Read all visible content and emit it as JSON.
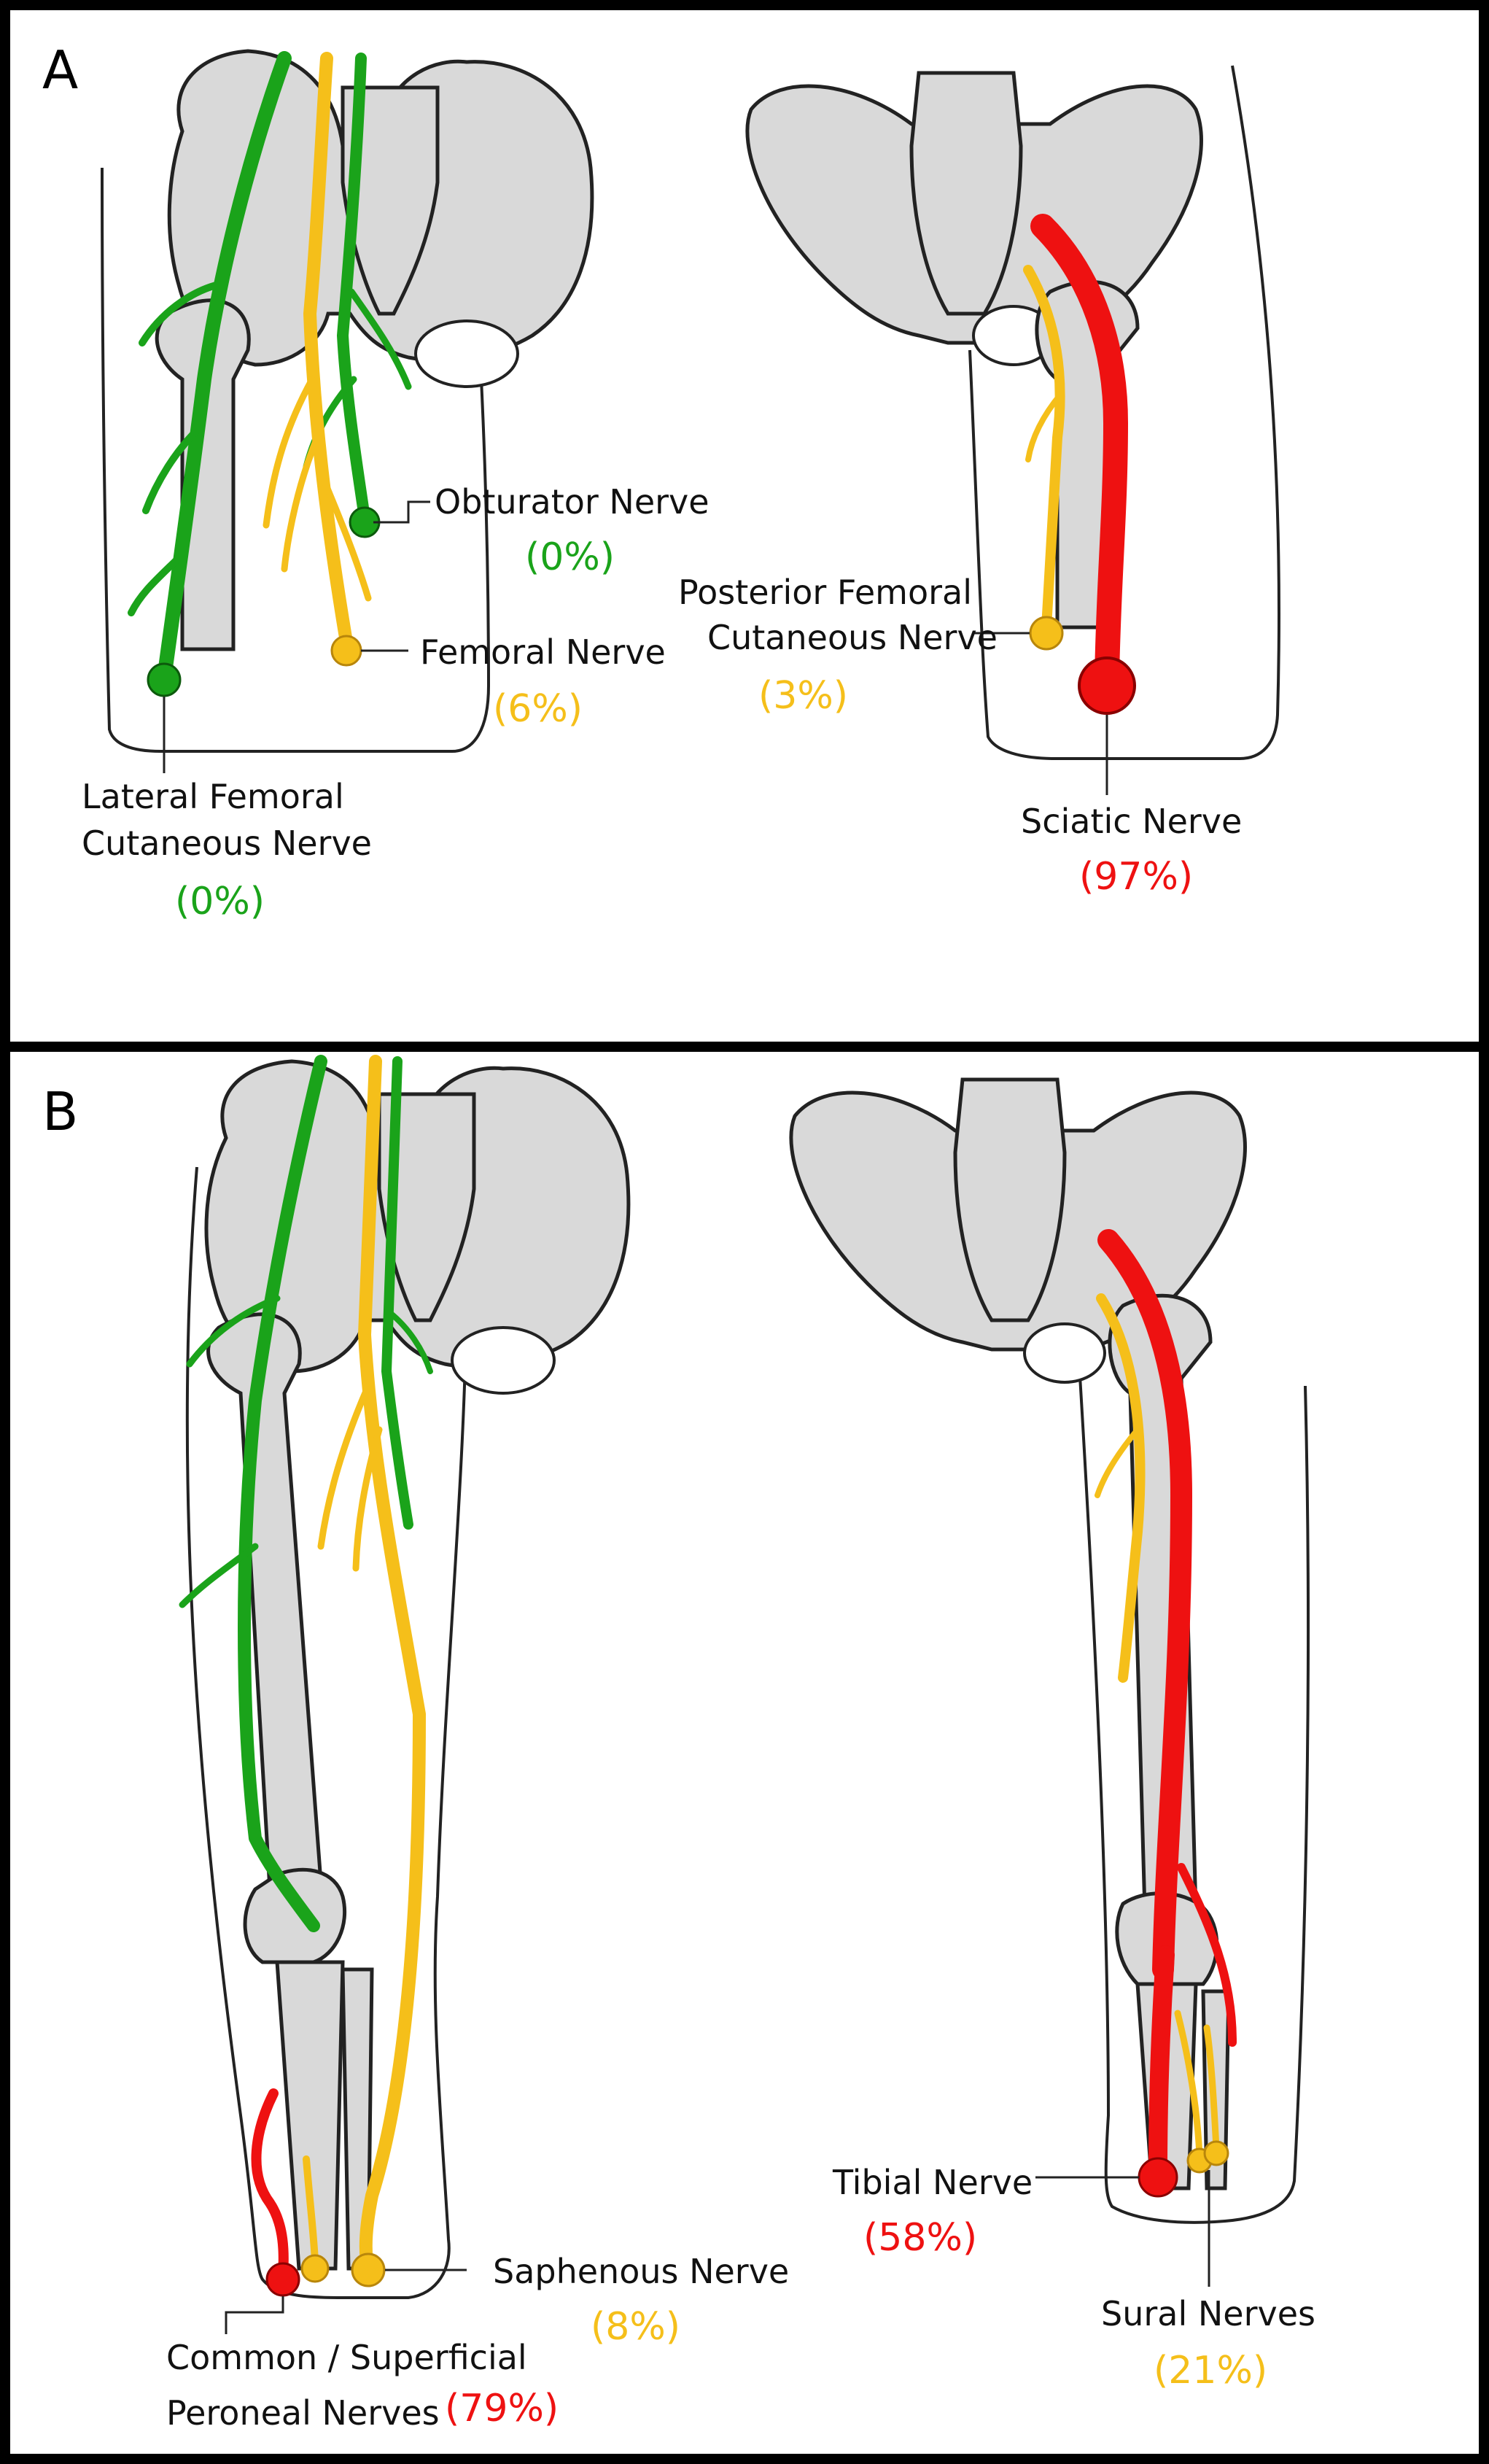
{
  "panels": [
    {
      "letter": "A",
      "nerves": [
        {
          "label": "Obturator Nerve",
          "percent": "(0%)",
          "color": "#1aa31a"
        },
        {
          "label": "Femoral Nerve",
          "percent": "(6%)",
          "color": "#f5bf1a"
        },
        {
          "label": "Lateral Femoral Cutaneous Nerve",
          "label_lines": [
            "Lateral Femoral",
            "Cutaneous Nerve"
          ],
          "percent": "(0%)",
          "color": "#1aa31a"
        },
        {
          "label": "Posterior Femoral Cutaneous Nerve",
          "label_lines": [
            "Posterior Femoral",
            "Cutaneous Nerve"
          ],
          "percent": "(3%)",
          "color": "#f5bf1a"
        },
        {
          "label": "Sciatic Nerve",
          "percent": "(97%)",
          "color": "#ee1111"
        }
      ]
    },
    {
      "letter": "B",
      "nerves": [
        {
          "label": "Saphenous Nerve",
          "percent": "(8%)",
          "color": "#f5bf1a"
        },
        {
          "label": "Common / Superficial Peroneal Nerves",
          "label_lines": [
            "Common / Superficial",
            "Peroneal Nerves"
          ],
          "percent": "(79%)",
          "color": "#ee1111"
        },
        {
          "label": "Tibial Nerve",
          "percent": "(58%)",
          "color": "#ee1111"
        },
        {
          "label": "Sural Nerves",
          "percent": "(21%)",
          "color": "#f5bf1a"
        }
      ]
    }
  ],
  "colors": {
    "green_nerve": "#1aa31a",
    "yellow_nerve": "#f5bf1a",
    "red_nerve": "#ee1111",
    "bone_fill": "#d9d9d9",
    "outline": "#222222",
    "frame": "#000000"
  }
}
